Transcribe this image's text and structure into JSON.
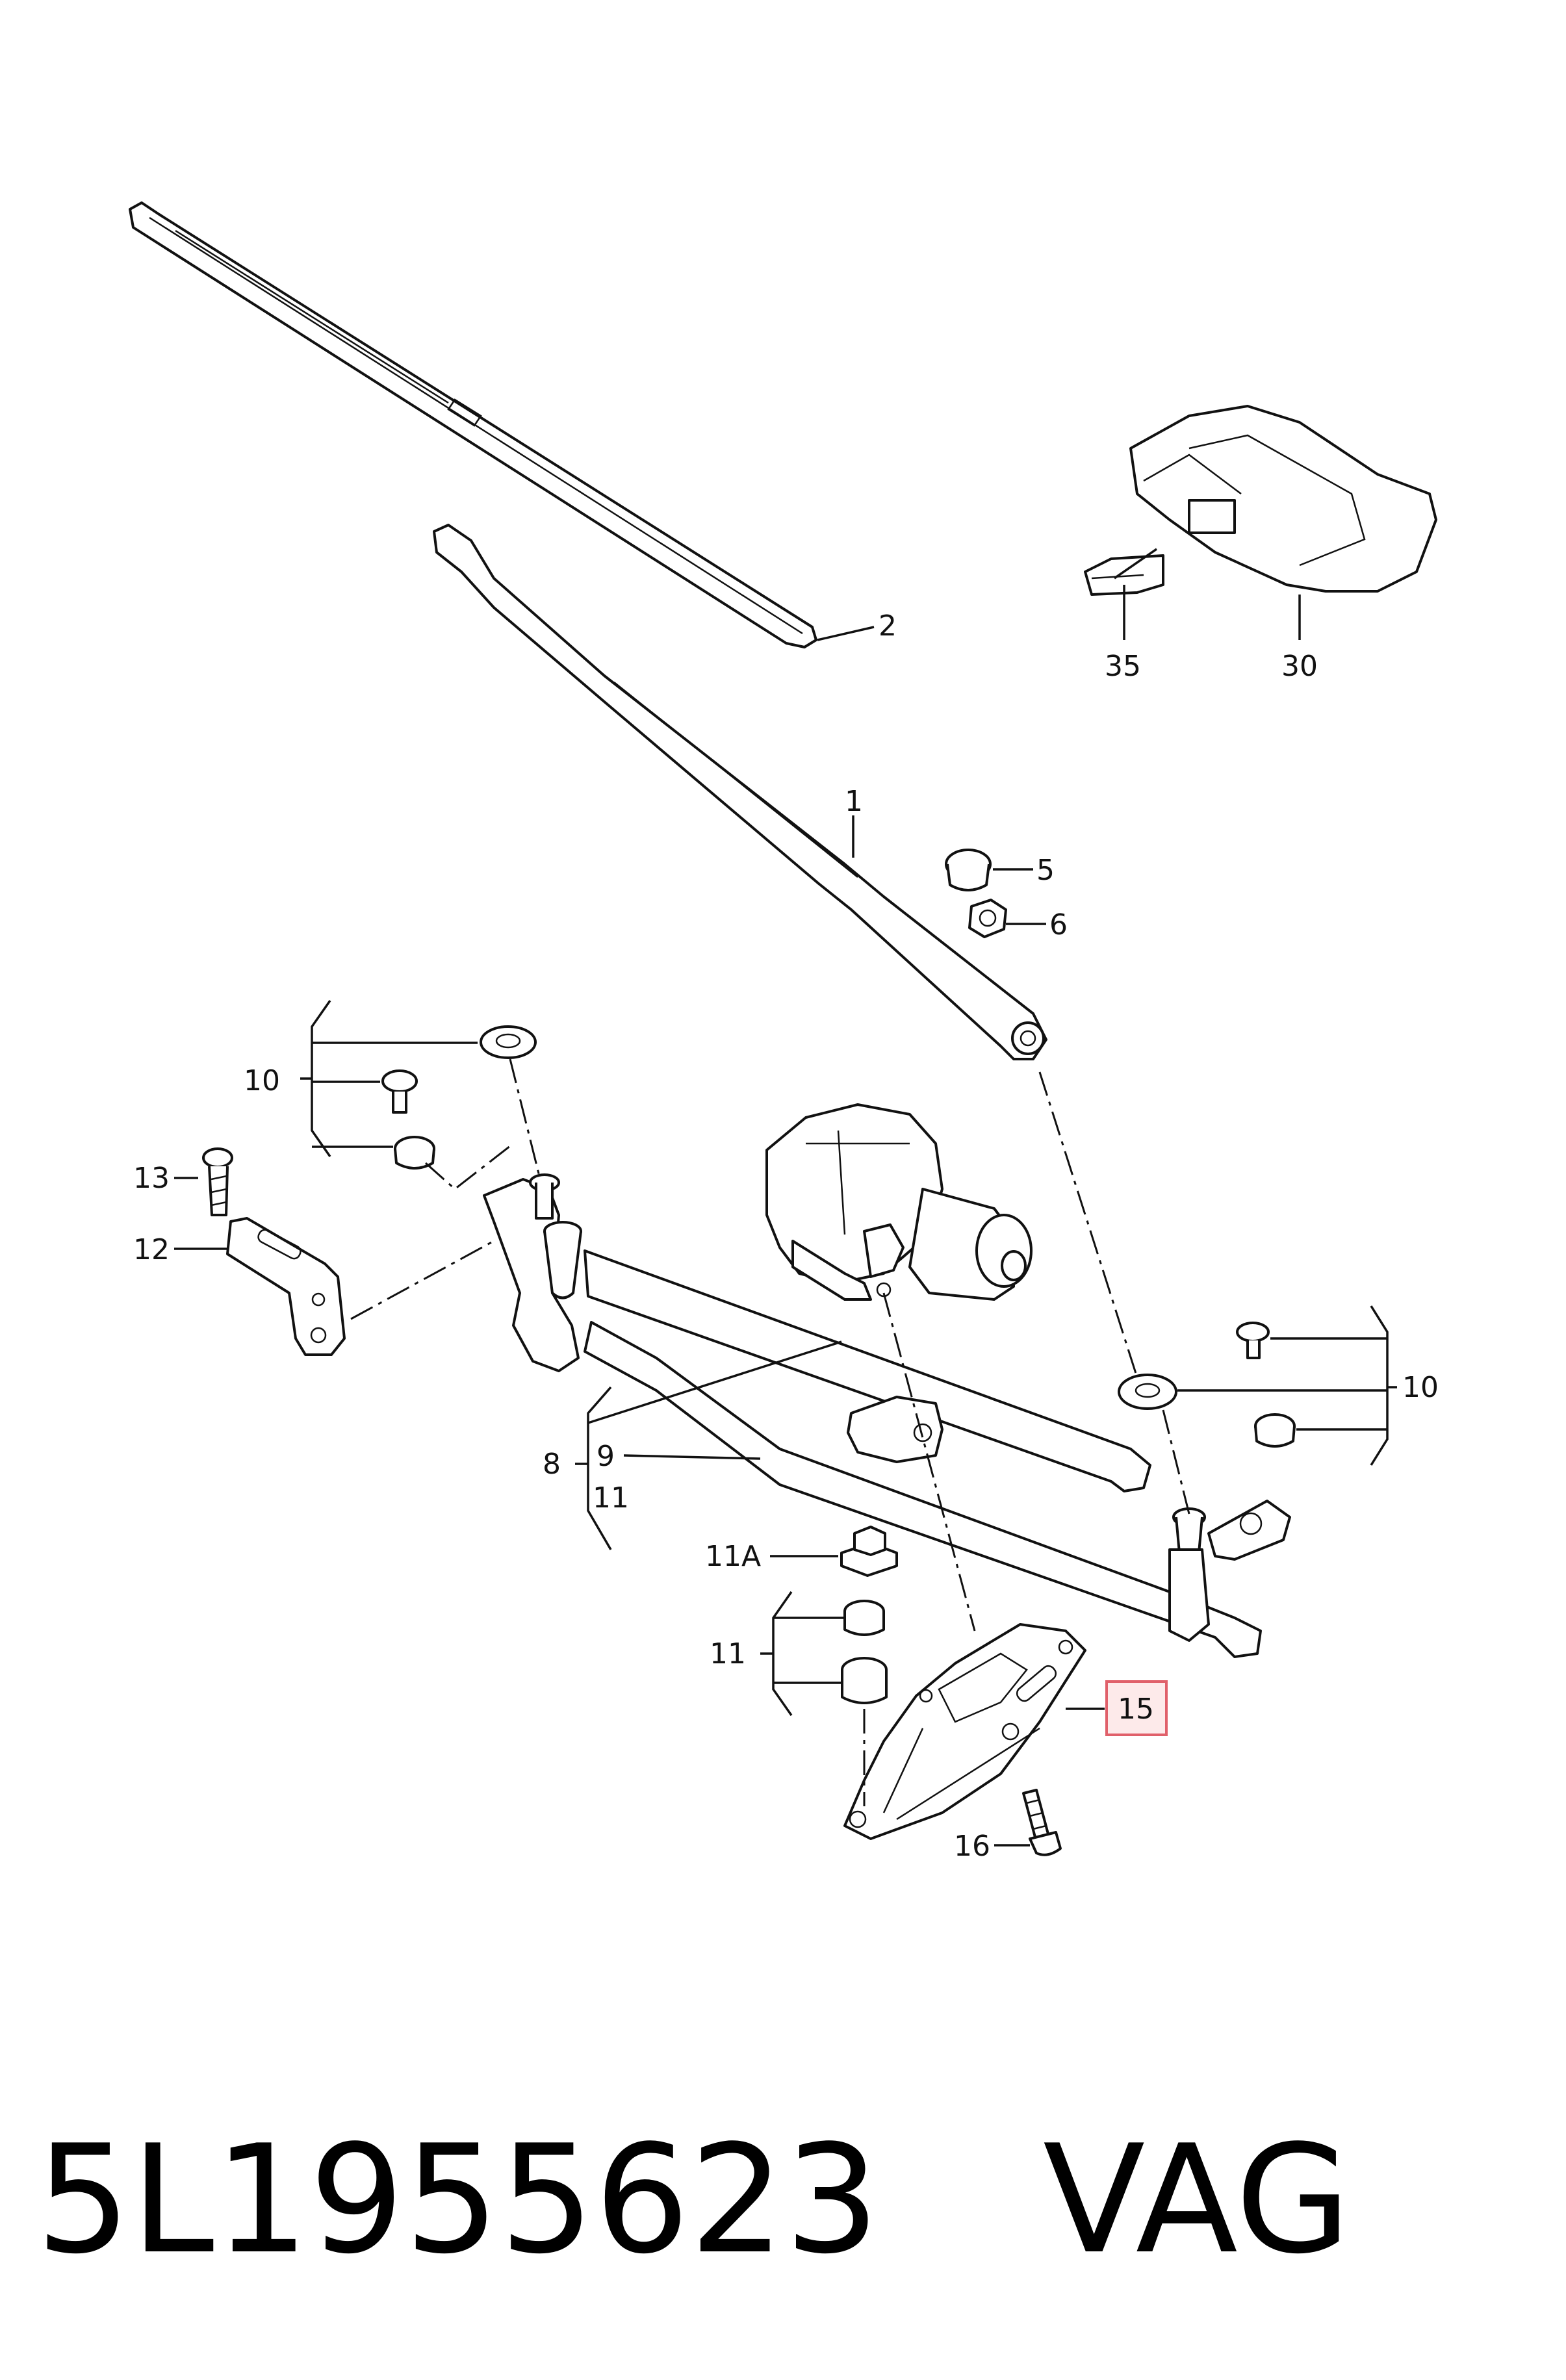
{
  "callouts": {
    "c1": "1",
    "c2": "2",
    "c5": "5",
    "c6": "6",
    "c8": "8",
    "c9": "9",
    "c10_left": "10",
    "c10_right": "10",
    "c11_a": "11",
    "c11_b": "11",
    "c11A": "11A",
    "c12": "12",
    "c13": "13",
    "c15": "15",
    "c16": "16",
    "c30": "30",
    "c35": "35"
  },
  "highlight_color": "#e0606a",
  "footer": {
    "part_number": "5L1955623",
    "brand": "VAG"
  }
}
